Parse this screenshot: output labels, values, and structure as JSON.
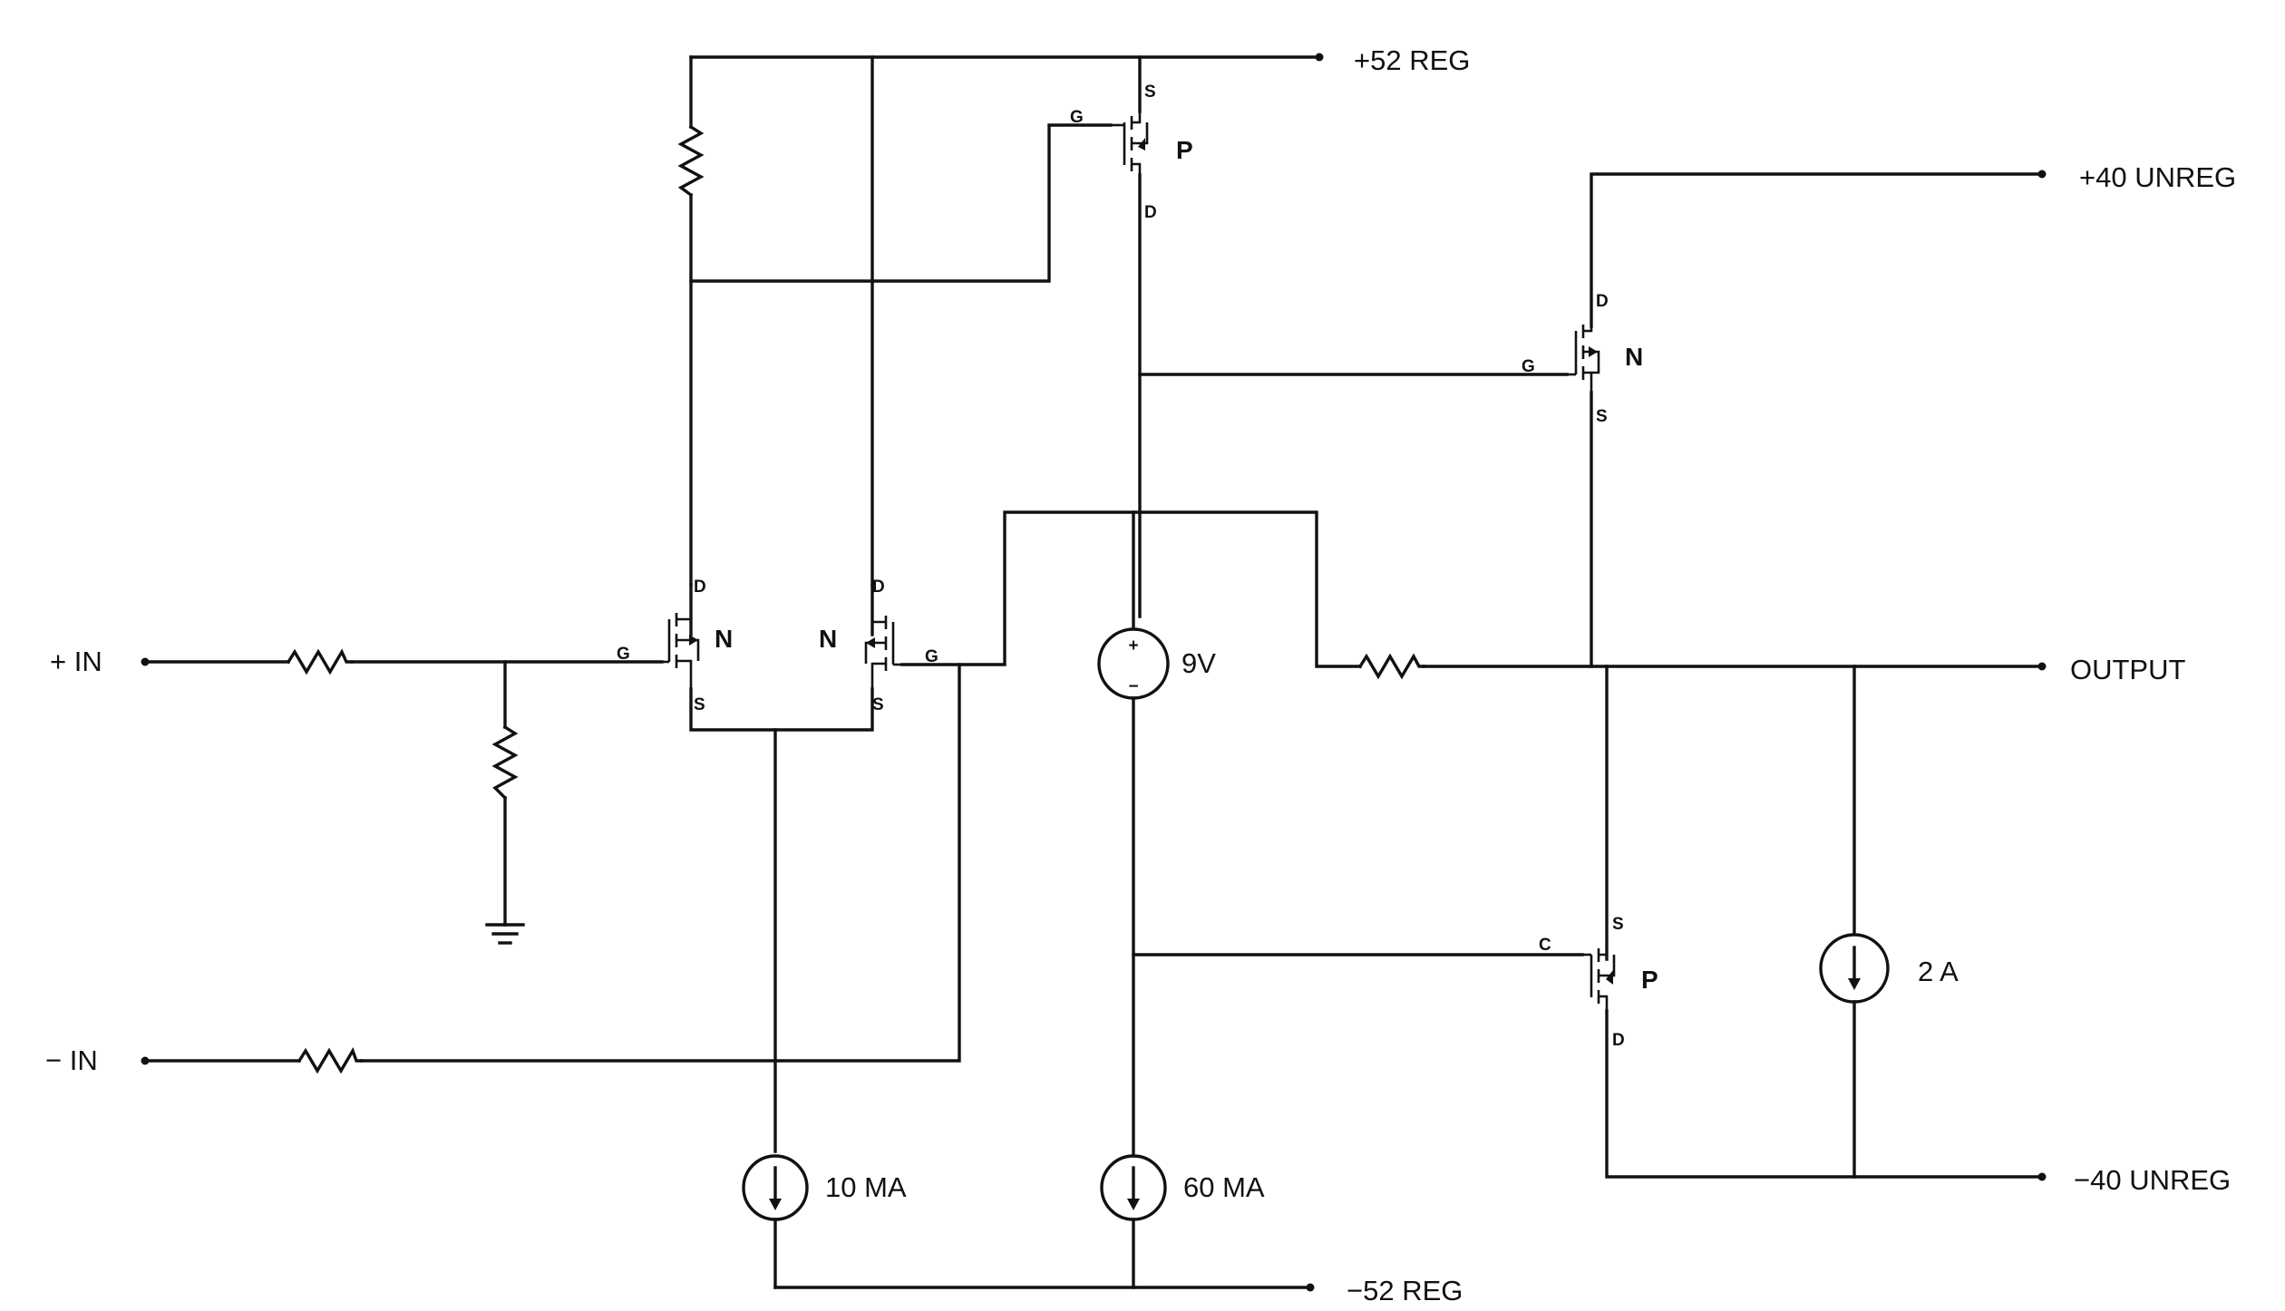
{
  "terminals": {
    "pos_52_reg": "+52 REG",
    "pos_40_unreg": "+40 UNREG",
    "plus_in": "+ IN",
    "minus_in": "− IN",
    "output": "OUTPUT",
    "neg_40_unreg": "−40 UNREG",
    "neg_52_reg": "−52 REG"
  },
  "transistors": {
    "q_top_p": {
      "type": "P",
      "g": "G",
      "s": "S",
      "d": "D"
    },
    "q_hi_n": {
      "type": "N",
      "g": "G",
      "s": "S",
      "d": "D"
    },
    "q_in_left": {
      "type": "N",
      "g": "G",
      "s": "S",
      "d": "D"
    },
    "q_in_right": {
      "type": "N",
      "g": "G",
      "s": "S",
      "d": "D"
    },
    "q_lo_p": {
      "type": "P",
      "g": "C",
      "s": "S",
      "d": "D"
    }
  },
  "sources": {
    "v9": {
      "label": "9V",
      "plus": "+",
      "minus": "−"
    },
    "i10": {
      "label": "10 MA"
    },
    "i60": {
      "label": "60 MA"
    },
    "i2": {
      "label": "2 A"
    }
  },
  "colors": {
    "ink": "#111111",
    "background": "#ffffff"
  }
}
